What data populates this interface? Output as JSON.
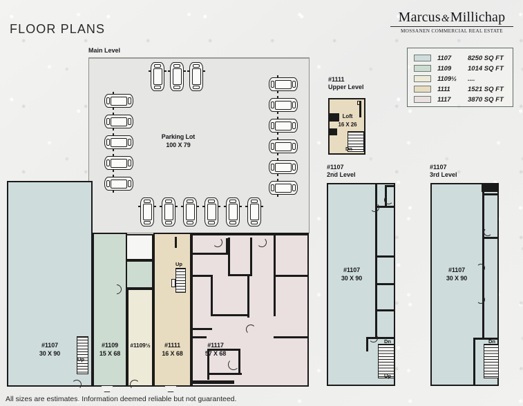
{
  "header": {
    "page_title": "FLOOR PLANS",
    "brand_name_left": "Marcus",
    "brand_amp": "&",
    "brand_name_right": "Millichap",
    "brand_subtitle": "MOSSANEN COMMERCIAL REAL ESTATE"
  },
  "legend": {
    "items": [
      {
        "id": "1107",
        "area": "8250 SQ FT",
        "color": "#cfdcdc"
      },
      {
        "id": "1109",
        "area": "1014 SQ FT",
        "color": "#cddcd0"
      },
      {
        "id": "1109½",
        "area": "....",
        "color": "#eeead8"
      },
      {
        "id": "1111",
        "area": "1521 SQ FT",
        "color": "#e8dcc0"
      },
      {
        "id": "1117",
        "area": "3870 SQ FT",
        "color": "#eae0e0"
      }
    ]
  },
  "main_level": {
    "title": "Main Level",
    "parking": {
      "name": "Parking Lot",
      "dimensions": "100 X 79"
    },
    "stair_up_label": "Up",
    "units": [
      {
        "id": "#1107",
        "dimensions": "30 X 90"
      },
      {
        "id": "#1109",
        "dimensions": "15 X 68"
      },
      {
        "id": "#1109½",
        "dimensions": ""
      },
      {
        "id": "#1111",
        "dimensions": "16 X 68"
      },
      {
        "id": "#1117",
        "dimensions": "57 X 68"
      }
    ]
  },
  "plan_1111_upper": {
    "unit": "#1111",
    "level": "Upper Level",
    "room_name": "Loft",
    "room_dimensions": "16 X 26",
    "stair_down_label": "Dn"
  },
  "plan_1107_second": {
    "unit": "#1107",
    "level": "2nd Level",
    "room_id": "#1107",
    "room_dimensions": "30 X 90",
    "stair_down_label": "Dn",
    "stair_up_label": "Up"
  },
  "plan_1107_third": {
    "unit": "#1107",
    "level": "3rd Level",
    "room_id": "#1107",
    "room_dimensions": "30 X 90",
    "stair_down_label": "Dn"
  },
  "footer": {
    "disclaimer": "All sizes are estimates. Information deemed reliable but not guaranteed."
  }
}
